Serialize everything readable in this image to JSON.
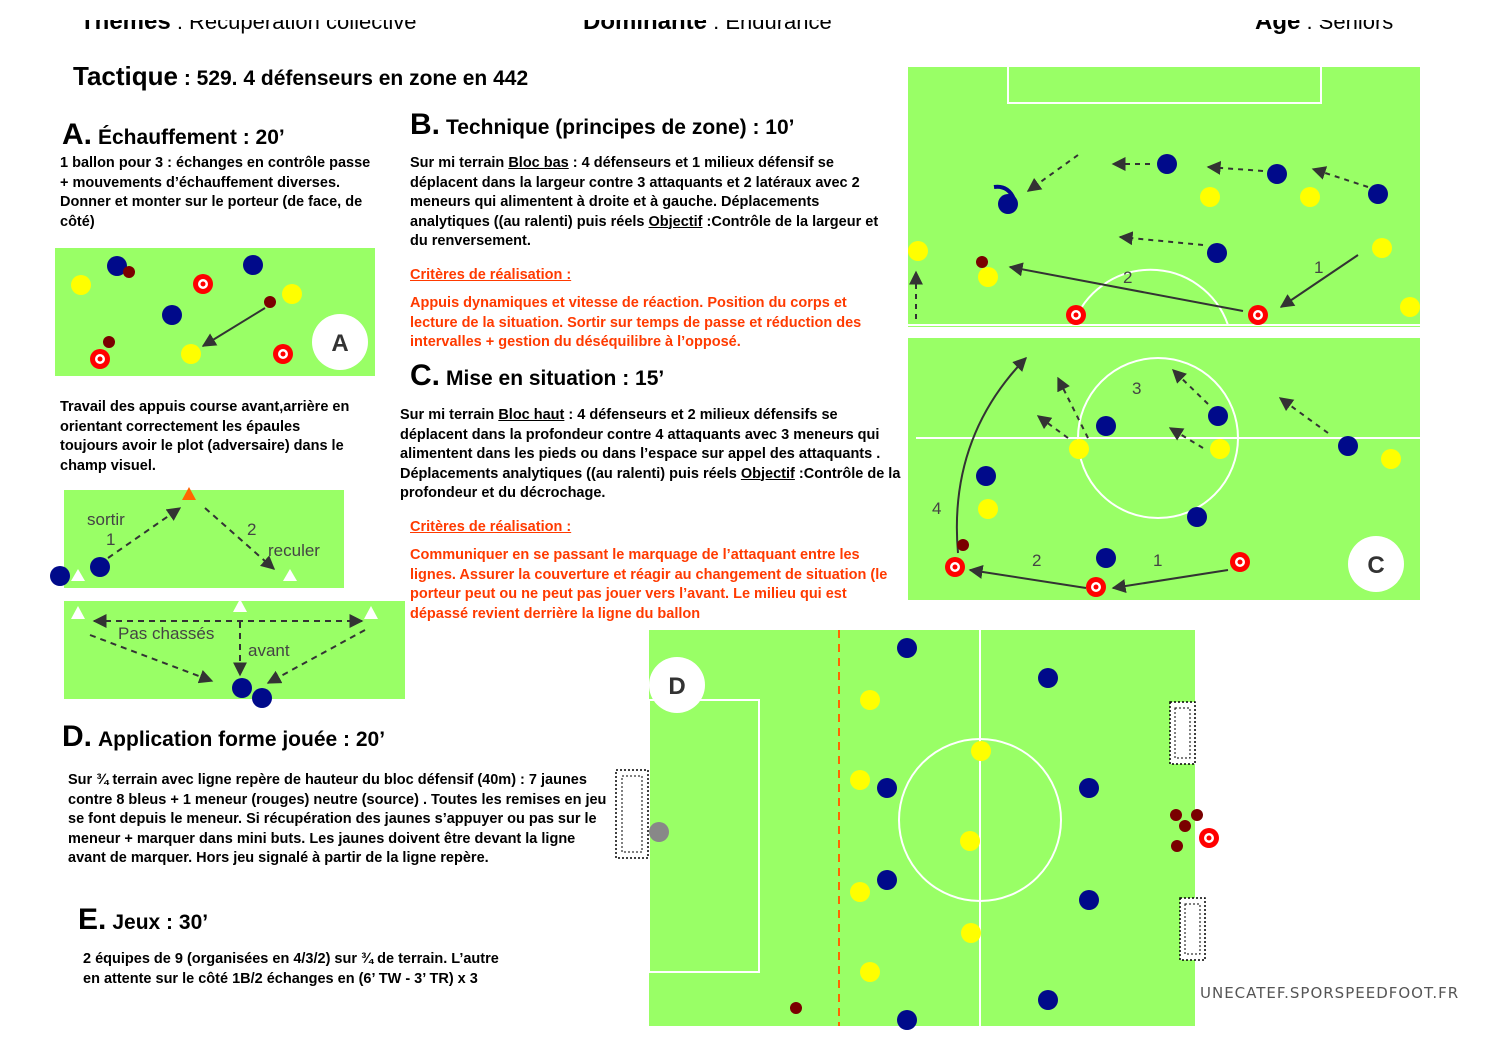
{
  "header": {
    "theme_label": "Thèmes",
    "theme_value": " : Récupération collective",
    "dominante_label": "Dominante",
    "dominante_value": " : Endurance",
    "age_label": "Age",
    "age_value": " : Seniors"
  },
  "tactique": {
    "label": "Tactique",
    "value": " : 529.  4 défenseurs en zone  en 442"
  },
  "section_a": {
    "letter": "A.",
    "title": "Échauffement : 20’",
    "text": "1 ballon pour 3 : échanges en contrôle passe + mouvements d’échauffement diverses. Donner et monter sur le porteur (de face, de côté)",
    "text2": "Travail des appuis  course avant,arrière en orientant correctement les épaules toujours avoir le plot (adversaire) dans le champ visuel.",
    "badge": "A",
    "diagram_labels": {
      "sortir": "sortir",
      "one": "1",
      "two": "2",
      "reculer": "reculer",
      "pas_chasses": "Pas chassés",
      "avant": "avant"
    }
  },
  "section_b": {
    "letter": "B.",
    "title": "Technique (principes de zone) : 10’",
    "text_pre": "Sur mi terrain ",
    "text_u1": "Bloc bas",
    "text_mid": " : 4 défenseurs et 1 milieux  défensif se déplacent dans la largeur contre 3 attaquants et 2 latéraux avec 2 meneurs qui alimentent à droite et à gauche. Déplacements analytiques ((au ralenti) puis réels ",
    "text_u2": "Objectif",
    "text_post": " :Contrôle de la largeur et du renversement.",
    "criteria_title": "Critères de réalisation :",
    "criteria_text": "Appuis dynamiques et vitesse de réaction. Position du corps et lecture de la situation. Sortir sur temps de passe et réduction des intervalles +  gestion du déséquilibre à l’opposé.",
    "diagram_labels": {
      "one": "1",
      "two": "2"
    }
  },
  "section_c": {
    "letter": "C.",
    "title": "Mise en situation : 15’",
    "text_pre": "Sur mi terrain ",
    "text_u1": "Bloc haut",
    "text_mid": " : 4 défenseurs et 2 milieux défensifs se déplacent dans la profondeur contre 4 attaquants  avec 3 meneurs qui alimentent dans les pieds ou dans l’espace sur appel des attaquants . Déplacements analytiques ((au ralenti) puis réels ",
    "text_u2": "Objectif",
    "text_post": " :Contrôle de la profondeur et du décrochage.",
    "criteria_title": "Critères de réalisation :",
    "criteria_text": "Communiquer en se passant le marquage de l’attaquant entre les lignes. Assurer la couverture  et réagir au changement de situation (le porteur peut ou ne peut pas jouer vers l’avant. Le milieu qui est dépassé revient derrière la ligne du ballon",
    "badge": "C",
    "diagram_labels": {
      "one": "1",
      "two": "2",
      "three": "3",
      "four": "4"
    }
  },
  "section_d": {
    "letter": "D.",
    "title": "Application forme jouée : 20’",
    "text": "Sur ¾  terrain avec ligne repère de  hauteur du bloc défensif (40m)  : 7 jaunes contre 8 bleus + 1 meneur (rouges) neutre (source) . Toutes les remises en jeu se font  depuis le meneur. Si récupération des jaunes s’appuyer ou pas sur le meneur + marquer dans mini buts. Les jaunes doivent être devant la ligne avant de marquer. Hors jeu signalé à partir de la ligne repère.",
    "badge": "D"
  },
  "section_e": {
    "letter": "E.",
    "title": "Jeux : 30’",
    "text": "2 équipes de 9  (organisées en 4/3/2) sur ¾ de terrain. L’autre en attente sur le côté 1B/2 échanges en (6’ TW - 3’ TR) x 3"
  },
  "watermark": "UNECATEF.SPORSPEEDFOOT.FR",
  "colors": {
    "pitch": "#99ff66",
    "blue_player": "#000a8a",
    "yellow_player": "#ffff00",
    "red_player": "#ff0000",
    "ball": "#7a0000",
    "criteria_red": "#ff3a00",
    "cone_orange": "#ff6600"
  }
}
